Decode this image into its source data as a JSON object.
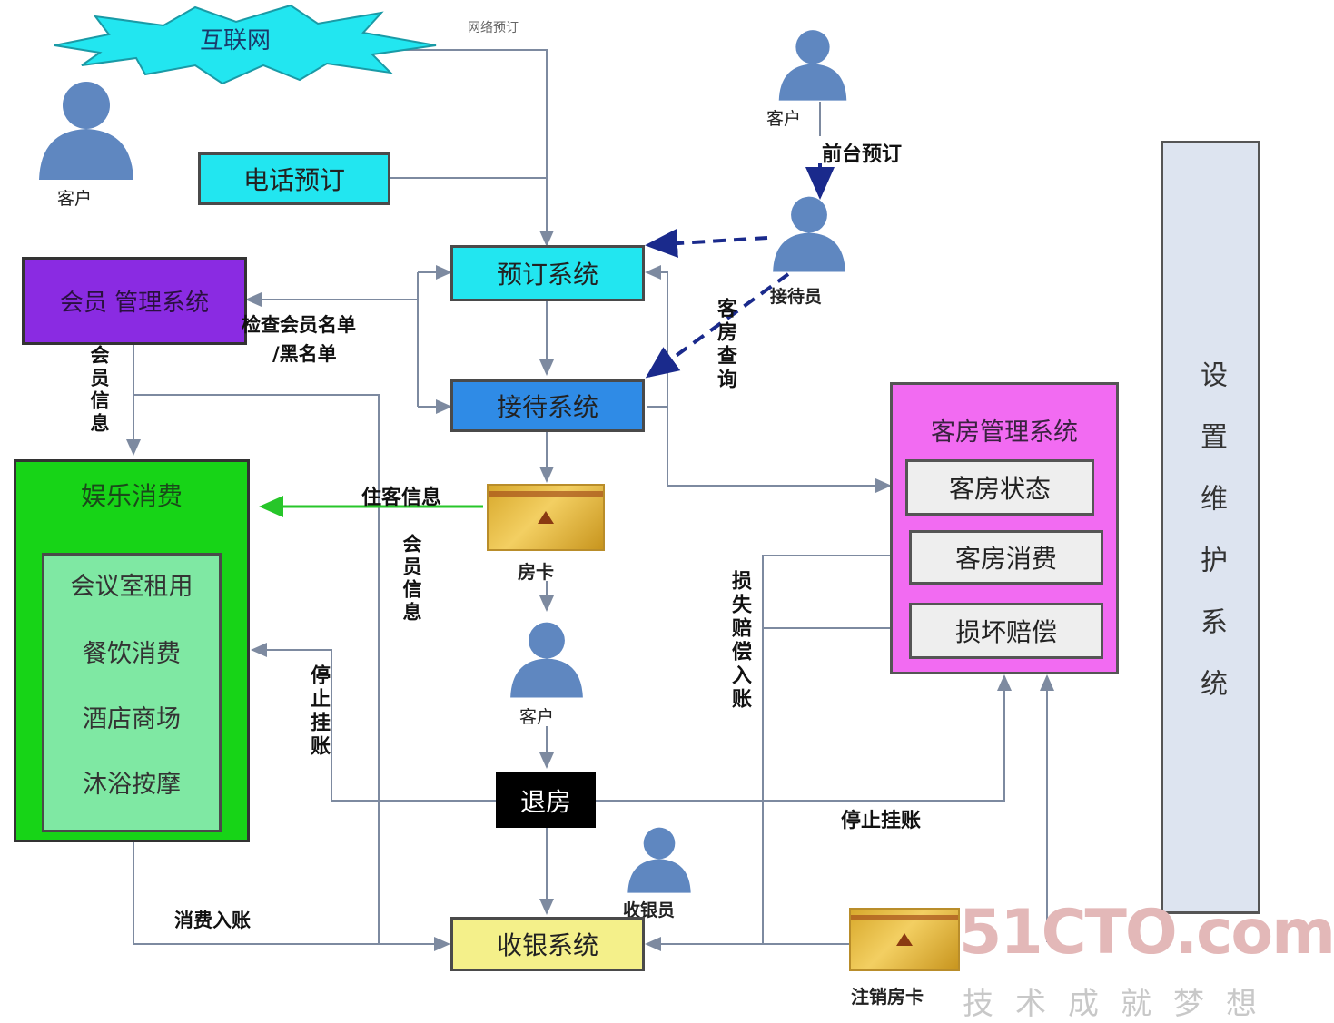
{
  "nodes": {
    "internet": "互联网",
    "phone_booking": "电话预订",
    "booking_system": "预订系统",
    "member_system": "会员 管理系统",
    "reception_system": "接待系统",
    "entertainment": "娱乐消费",
    "ent_items": [
      "会议室租用",
      "餐饮消费",
      "酒店商场",
      "沐浴按摩"
    ],
    "room_mgmt": "客房管理系统",
    "room_items": [
      "客房状态",
      "客房消费",
      "损坏赔偿"
    ],
    "checkout": "退房",
    "cashier_system": "收银系统",
    "maintenance": "设置维护系统"
  },
  "people": {
    "customer_left": "客户",
    "customer_top": "客户",
    "receptionist": "接待员",
    "customer_mid": "客户",
    "cashier": "收银员"
  },
  "cards": {
    "room_card": "房卡",
    "cancel_card": "注销房卡"
  },
  "edge_labels": {
    "web_booking": "网络预订",
    "front_desk_booking": "前台预订",
    "check_list": "检查会员名单",
    "blacklist": "/黑名单",
    "member_info_left": "会员信息",
    "room_query": "客房查询",
    "guest_info": "住客信息",
    "member_info_mid": "会员信息",
    "stop_charge_left": "停止挂账",
    "damage_billing": "损失赔偿入账",
    "stop_charge_right": "停止挂账",
    "consumption_billing": "消费入账"
  },
  "watermark": {
    "brand": "51CTO.com",
    "slogan": "技术成就梦想"
  },
  "colors": {
    "cyan": "#22e6f0",
    "purple": "#8a2be2",
    "blue": "#2f8be6",
    "green": "#17d417",
    "light_green": "#7fe8a3",
    "magenta": "#f26bf2",
    "room_item_bg": "#eeeeee",
    "yellow": "#f4f08a",
    "black": "#000000",
    "maint_bg": "#dde4f0",
    "line": "#7d8aa0",
    "dashed": "#1a2a8c",
    "person": "#5f87c0"
  }
}
